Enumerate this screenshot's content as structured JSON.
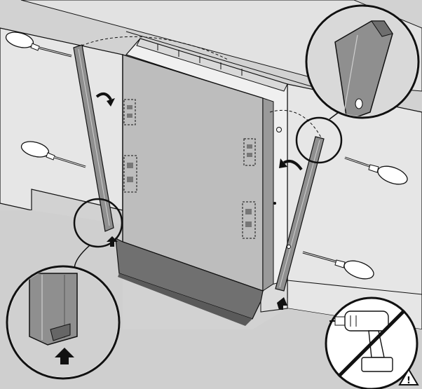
{
  "figure": {
    "kind": "installation-illustration",
    "palette": {
      "wall": "#d2d2d2",
      "cabinet": "#e9e9e9",
      "panel": "#bdbdbd",
      "strip": "#8f8f8f",
      "shadow": "#7a7a7a",
      "outline": "#111111",
      "white": "#ffffff"
    },
    "icons": [
      "screwdriver-icon",
      "curved-arrow-icon",
      "magnifier-circle-icon",
      "drill-icon",
      "prohibition-icon",
      "warning-icon"
    ],
    "steps_shown": 2,
    "screws_per_side": 2,
    "warning_symbol": "!"
  }
}
